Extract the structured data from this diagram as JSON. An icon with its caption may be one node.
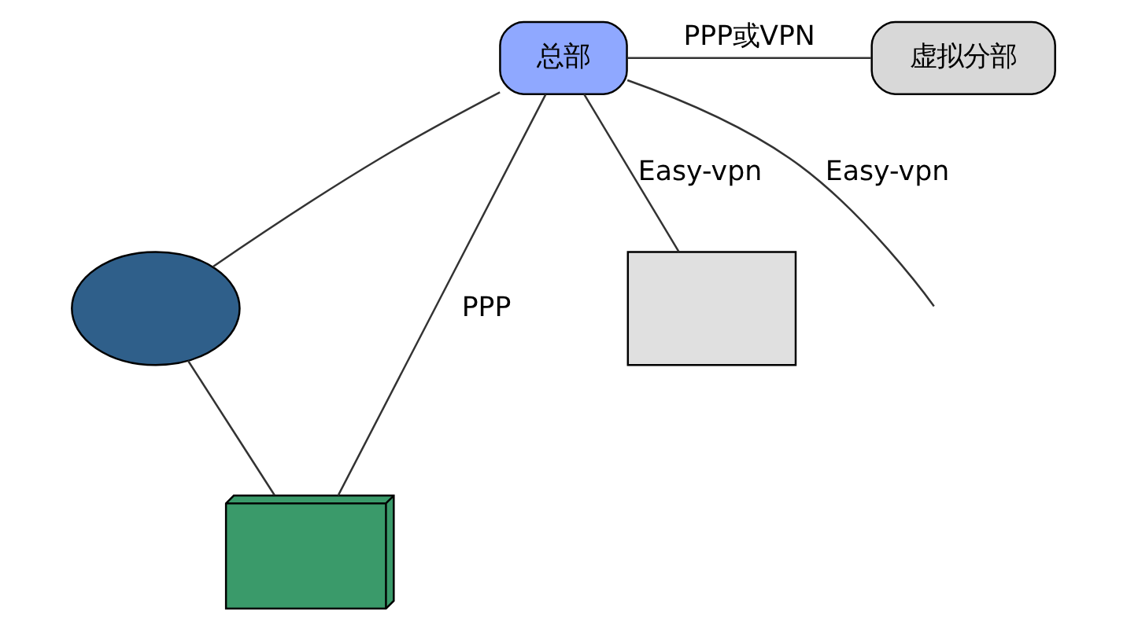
{
  "diagram": {
    "nodes": [
      {
        "text": [
          "总部"
        ]
      },
      {
        "text": [
          "虚拟分部"
        ]
      },
      {
        "text": [],
        "shape": "cloud"
      },
      {
        "text": [],
        "shape": "building"
      },
      {
        "text": [],
        "shape": "box"
      }
    ],
    "edges": [
      {
        "from": 0,
        "to": 1,
        "arrow": "none",
        "label": "PPP或VPN"
      },
      {
        "from": 0,
        "to": 3,
        "arrow": "none",
        "label": "PPP"
      },
      {
        "from": 0,
        "to": 2,
        "arrow": "none"
      },
      {
        "from": 2,
        "to": 3,
        "arrow": "none"
      },
      {
        "from": 0,
        "to": 4,
        "arrow": "none",
        "label": "Easy-vpn"
      },
      {
        "from": 0,
        "to": null,
        "arrow": "none",
        "label": "Easy-vpn"
      }
    ]
  }
}
